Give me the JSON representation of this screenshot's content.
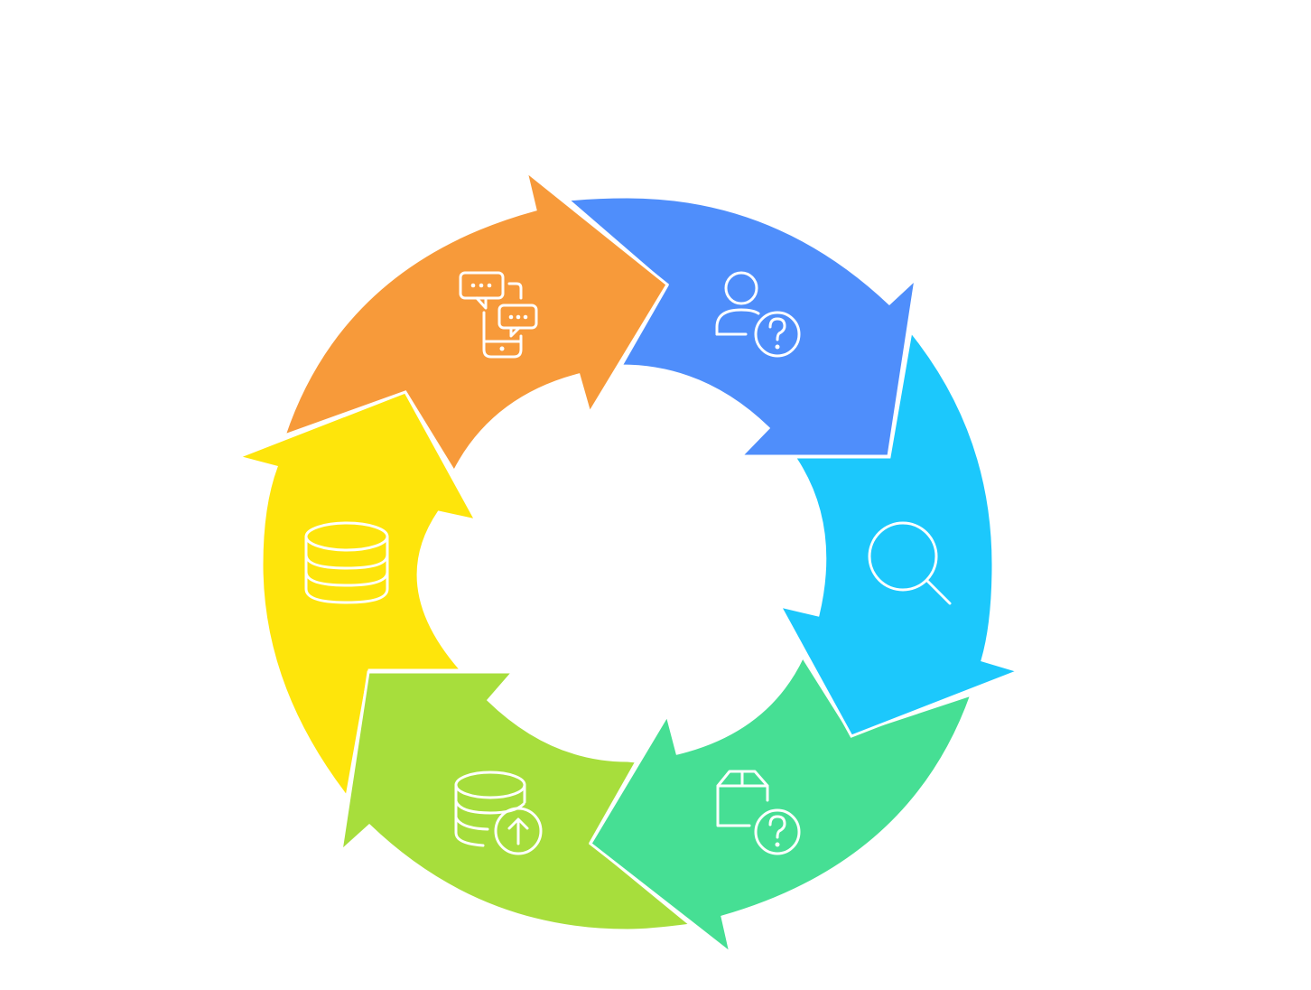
{
  "diagram": {
    "type": "cycle",
    "segments": [
      {
        "id": "communicate",
        "color": "#F79A3A",
        "icon": "chat-phone-icon"
      },
      {
        "id": "inquire-user",
        "color": "#4F8EFB",
        "icon": "user-question-icon"
      },
      {
        "id": "search",
        "color": "#1CC8FC",
        "icon": "search-icon"
      },
      {
        "id": "inquire-product",
        "color": "#46DF94",
        "icon": "box-question-icon"
      },
      {
        "id": "upload-data",
        "color": "#A7DE3C",
        "icon": "database-upload-icon"
      },
      {
        "id": "store-data",
        "color": "#FEE50B",
        "icon": "database-icon"
      }
    ]
  }
}
